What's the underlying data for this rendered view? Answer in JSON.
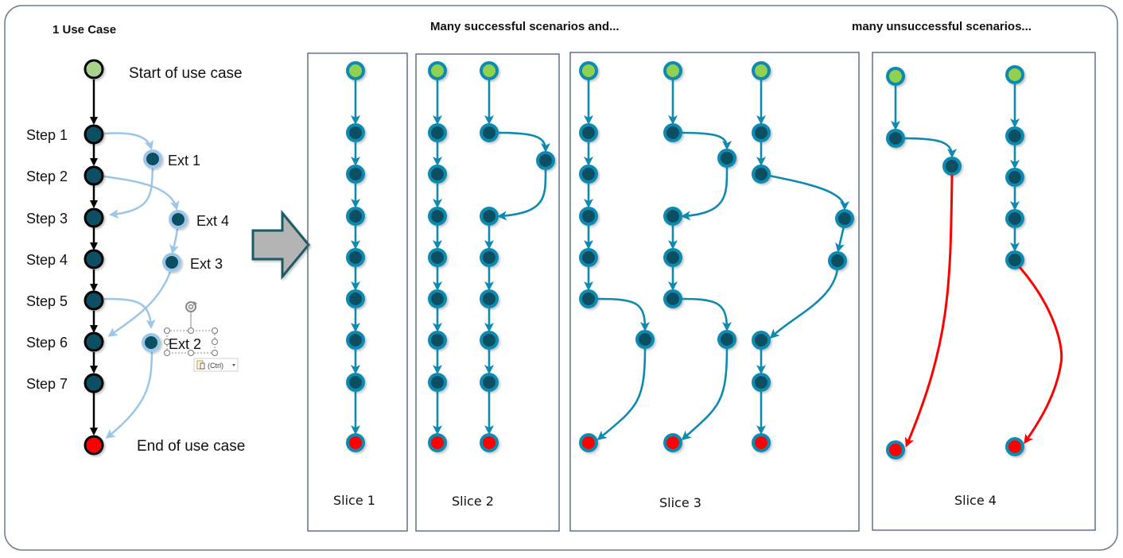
{
  "titles": {
    "use_case": "1 Use Case",
    "successful": "Many successful scenarios and...",
    "unsuccessful": "many unsuccessful scenarios..."
  },
  "use_case": {
    "start_label": "Start of use case",
    "end_label": "End of use case",
    "steps": [
      "Step 1",
      "Step 2",
      "Step 3",
      "Step 4",
      "Step 5",
      "Step 6",
      "Step 7"
    ],
    "extensions": [
      {
        "label": "Ext 1",
        "from": "Step 1",
        "to": "Step 3"
      },
      {
        "label": "Ext 4",
        "from": "Step 2",
        "to": "Ext 3"
      },
      {
        "label": "Ext 3",
        "from": "Ext 4",
        "to": "Step 6"
      },
      {
        "label": "Ext 2",
        "from": "Step 5",
        "to": "End of use case"
      }
    ],
    "selection_overlay": {
      "paste_options_label": "(Ctrl)"
    }
  },
  "transform_arrow": {
    "icon": "right-arrow-icon"
  },
  "slices": [
    {
      "label": "Slice 1",
      "type": "successful",
      "scenarios": 1
    },
    {
      "label": "Slice 2",
      "type": "successful",
      "scenarios": 2
    },
    {
      "label": "Slice 3",
      "type": "successful",
      "scenarios": 3
    },
    {
      "label": "Slice 4",
      "type": "unsuccessful",
      "scenarios": 2
    }
  ],
  "colors": {
    "start_fill": "#92d050",
    "step_fill": "#0b4f62",
    "end_fill": "#ff0000",
    "scenario_stroke": "#0e8ab0",
    "main_flow_stroke": "#000000",
    "extension_stroke": "#9cc6e8",
    "failure_stroke": "#ff0000",
    "frame_stroke": "#5a6d88",
    "arrow_fill": "#b4b4b4",
    "arrow_stroke": "#1e5a66"
  }
}
